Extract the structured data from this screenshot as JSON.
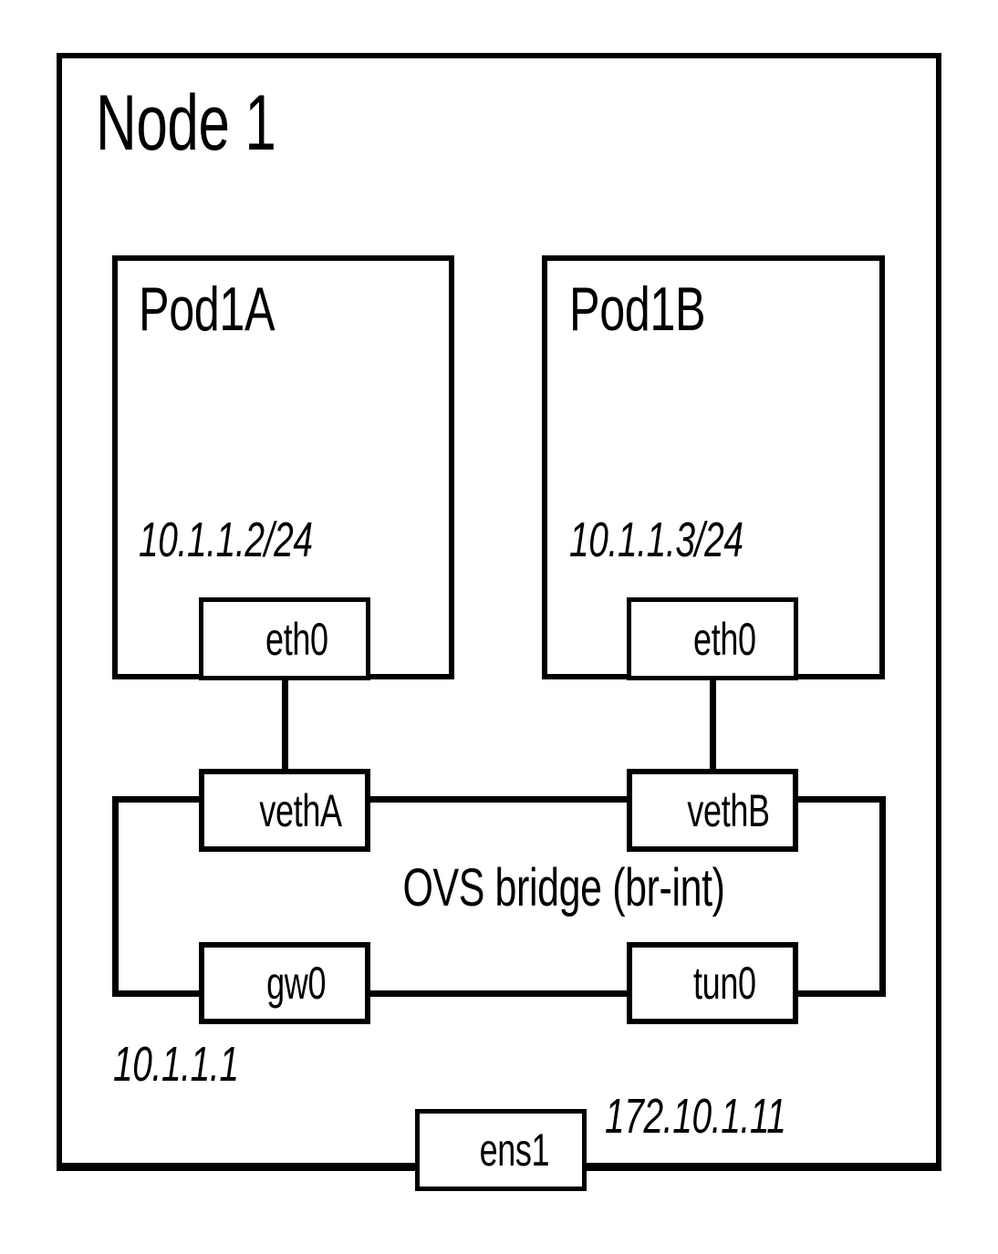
{
  "diagram": {
    "type": "network-topology",
    "title": "Node 1",
    "stroke_color": "#000000",
    "background_color": "#ffffff",
    "node": {
      "label": "Node 1"
    },
    "pods": [
      {
        "name": "Pod1A",
        "ip": "10.1.1.2/24",
        "interface": "eth0"
      },
      {
        "name": "Pod1B",
        "ip": "10.1.1.3/24",
        "interface": "eth0"
      }
    ],
    "bridge": {
      "label": "OVS bridge (br-int)",
      "ports": [
        {
          "name": "vethA",
          "position": "top-left"
        },
        {
          "name": "vethB",
          "position": "top-right"
        },
        {
          "name": "gw0",
          "position": "bottom-left",
          "ip": "10.1.1.1"
        },
        {
          "name": "tun0",
          "position": "bottom-right"
        }
      ]
    },
    "uplink": {
      "interface": "ens1",
      "ip": "172.10.1.11"
    },
    "connections": [
      {
        "from": "Pod1A.eth0",
        "to": "vethA"
      },
      {
        "from": "Pod1B.eth0",
        "to": "vethB"
      },
      {
        "from": "vethA",
        "to": "vethB"
      },
      {
        "from": "gw0",
        "to": "tun0"
      },
      {
        "from": "vethA",
        "to": "gw0",
        "via": "bridge-left-rail"
      },
      {
        "from": "vethB",
        "to": "tun0",
        "via": "bridge-right-rail"
      },
      {
        "from": "tun0",
        "to": "ens1",
        "via": "node-bottom"
      },
      {
        "from": "gw0",
        "to": "ens1",
        "via": "node-bottom"
      }
    ]
  }
}
